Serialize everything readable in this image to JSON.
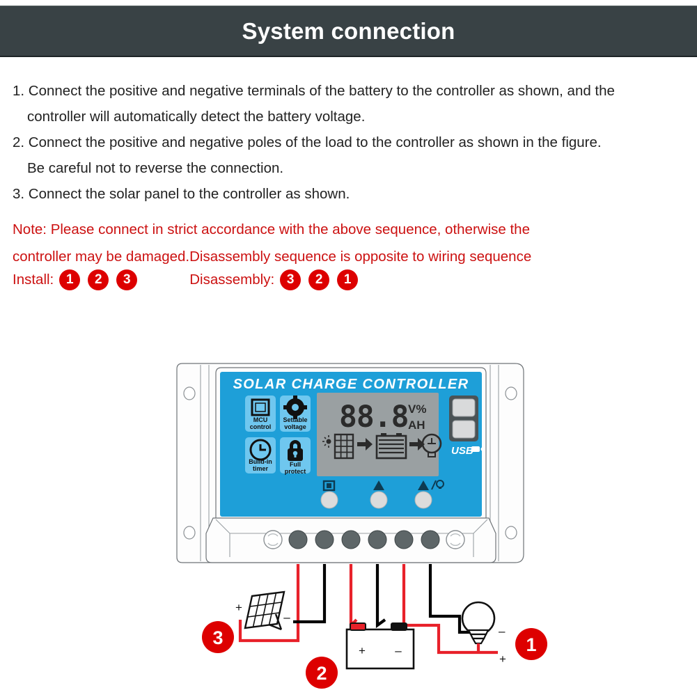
{
  "header": {
    "title": "System connection",
    "bg_color": "#394245",
    "text_color": "#ffffff"
  },
  "instructions": [
    "1. Connect the positive and negative terminals of the battery to the controller as shown, and the",
    "controller will automatically detect the battery voltage.",
    "2. Connect the positive and negative poles of the load to the controller as shown in the figure.",
    "Be careful not to reverse the connection.",
    "3. Connect the solar panel to the controller as shown."
  ],
  "note": {
    "color": "#cc1111",
    "lines": [
      "Note: Please connect in strict accordance with the above sequence, otherwise the",
      "controller may be damaged.Disassembly sequence is opposite to wiring sequence"
    ]
  },
  "sequences": {
    "install": {
      "label": "Install:",
      "steps": [
        "1",
        "2",
        "3"
      ]
    },
    "disassembly": {
      "label": "Disassembly:",
      "steps": [
        "3",
        "2",
        "1"
      ]
    },
    "badge_color": "#dd0000",
    "badge_text_color": "#ffffff"
  },
  "device": {
    "brand_text": "SOLAR CHARGE CONTROLLER",
    "panel_color": "#1e9fd8",
    "lcd_color": "#9aa0a2",
    "features": [
      {
        "icon": "chip-icon",
        "line1": "MCU",
        "line2": "control"
      },
      {
        "icon": "gear-icon",
        "line1": "Settable",
        "line2": "voltage"
      },
      {
        "icon": "clock-icon",
        "line1": "Build-in",
        "line2": "timer"
      },
      {
        "icon": "lock-icon",
        "line1": "Full",
        "line2": "protect"
      }
    ],
    "lcd": {
      "digits": "88.8",
      "unit_top": "V%",
      "unit_bottom": "AH",
      "flow": [
        "solar-panel-icon",
        "arrow-right-icon",
        "battery-icon",
        "arrow-right-icon",
        "bulb-icon"
      ]
    },
    "buttons": [
      {
        "name": "menu-button",
        "icon": "square-icon"
      },
      {
        "name": "up-button",
        "icon": "triangle-icon"
      },
      {
        "name": "light-button",
        "icon": "triangle-light-icon"
      }
    ],
    "usb": {
      "label": "USB",
      "icon": "usb-plug-icon",
      "ports": 2
    },
    "terminals": 6
  },
  "wiring": {
    "solar": {
      "marker": "3",
      "plus": "+",
      "minus": "–",
      "icon": "solar-panel-icon"
    },
    "battery": {
      "marker": "2",
      "plus": "+",
      "minus": "–",
      "icon": "battery-icon"
    },
    "load": {
      "marker": "1",
      "plus": "+",
      "minus": "–",
      "icon": "light-bulb-icon"
    },
    "wire_colors": {
      "positive": "#e8212a",
      "negative": "#000000"
    }
  }
}
